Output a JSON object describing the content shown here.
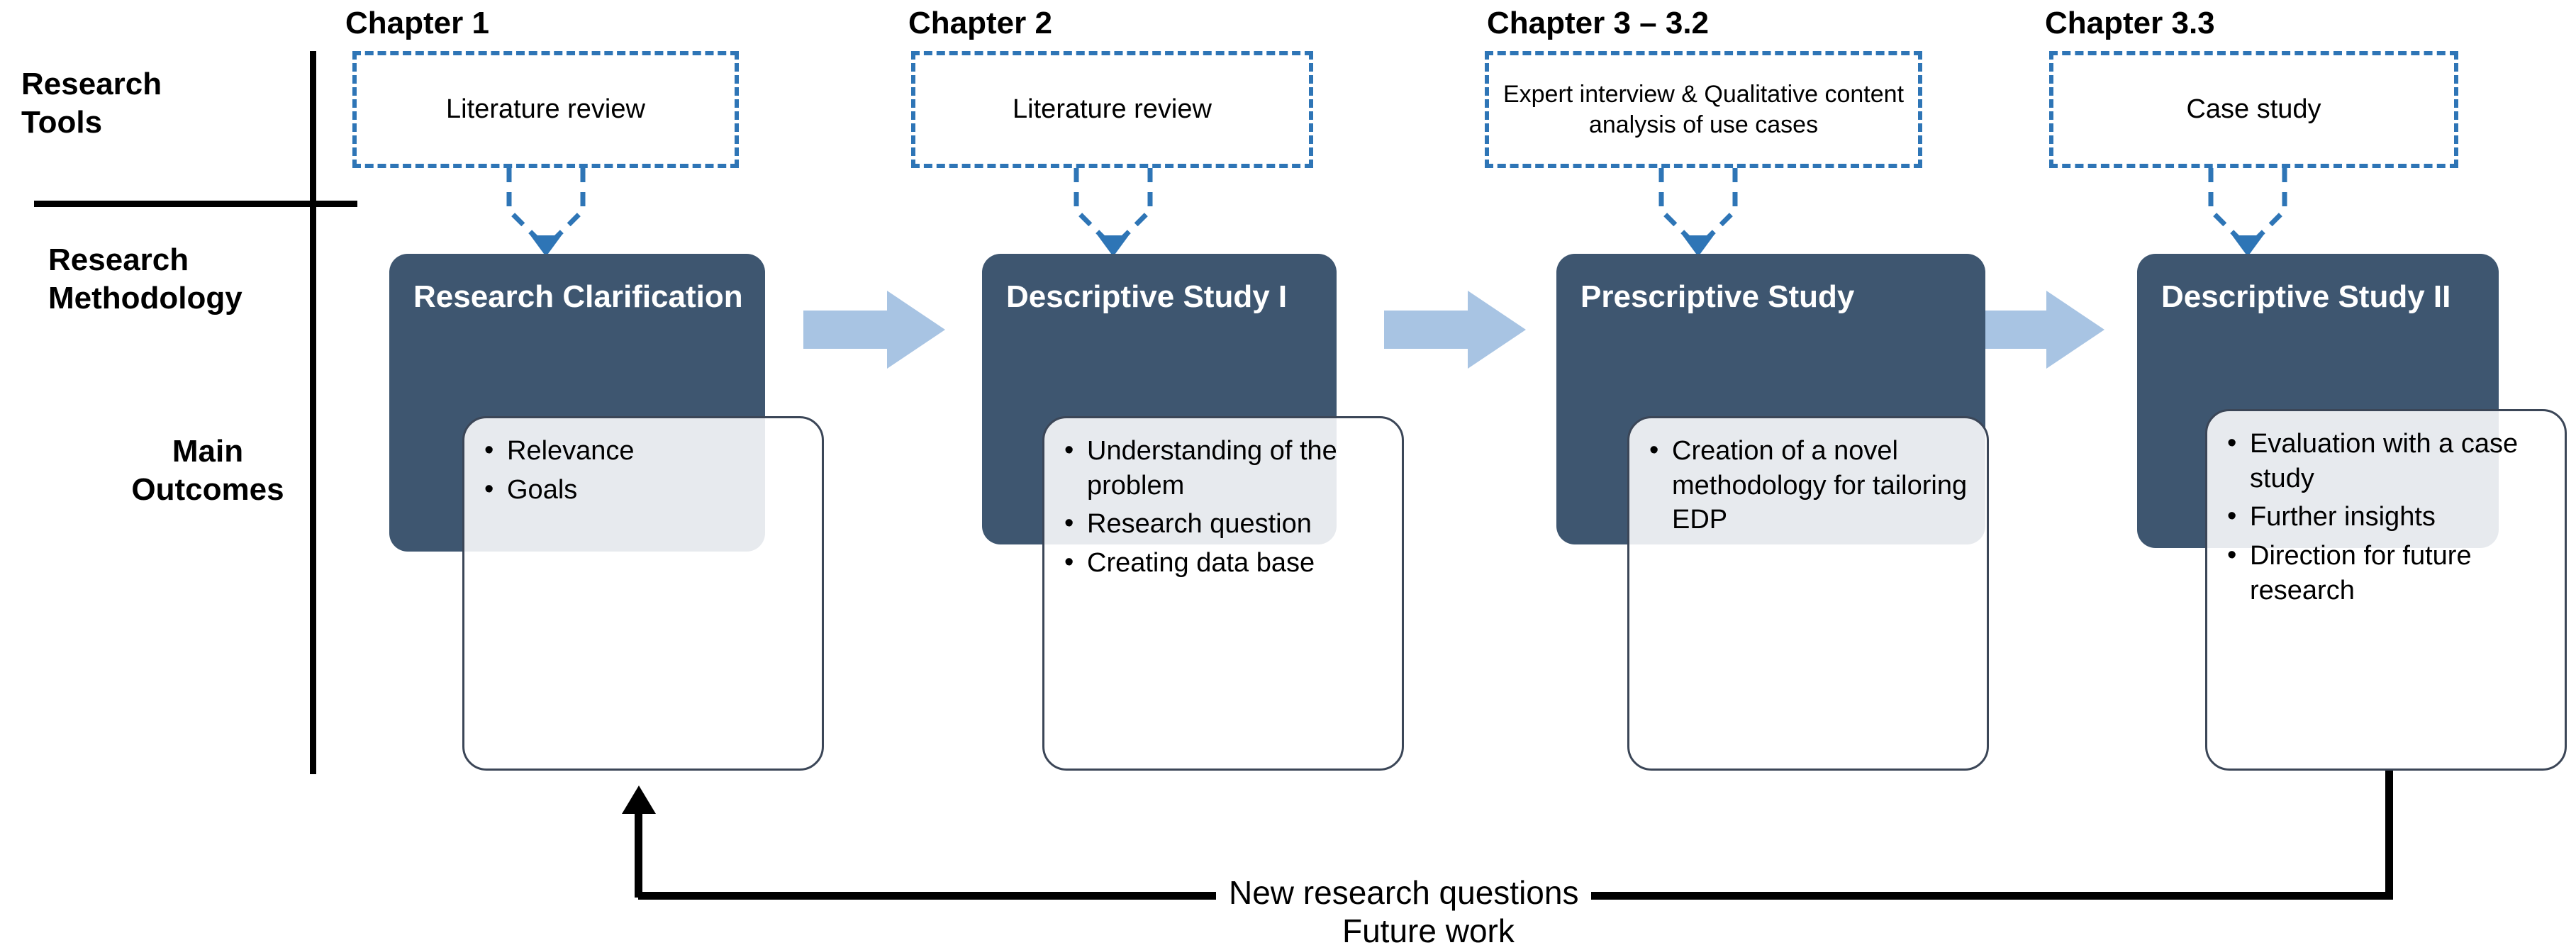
{
  "diagram": {
    "title": "Research methodology framework (DRM) mapped to thesis chapters",
    "row_labels": {
      "research_tools": "Research\nTools",
      "research_methodology": "Research\nMethodology",
      "main_outcomes": "Main\nOutcomes"
    },
    "colors": {
      "stage_fill": "#3e5670",
      "stage_text": "#ffffff",
      "tool_border": "#2e75b6",
      "flow_arrow": "#a8c4e3",
      "outcome_border": "#3b4657",
      "axis_line": "#000000",
      "loop_line": "#000000",
      "page_background": "#ffffff"
    },
    "columns": [
      {
        "chapter": "Chapter 1",
        "tool": "Literature review",
        "stage": "Research Clarification",
        "outcomes": [
          "Relevance",
          "Goals"
        ]
      },
      {
        "chapter": "Chapter 2",
        "tool": "Literature review",
        "stage": "Descriptive Study I",
        "outcomes": [
          "Understanding of the problem",
          "Research question",
          "Creating data base"
        ]
      },
      {
        "chapter": "Chapter 3 – 3.2",
        "tool": "Expert interview & Qualitative content analysis of use cases",
        "stage": "Prescriptive Study",
        "outcomes": [
          "Creation of a novel methodology for tailoring EDP"
        ]
      },
      {
        "chapter": "Chapter 3.3",
        "tool": "Case study",
        "stage": "Descriptive Study II",
        "outcomes": [
          "Evaluation with a case study",
          "Further insights",
          "Direction for future research"
        ]
      }
    ],
    "feedback_loop": {
      "line_1": "New research questions",
      "line_2": "Future work"
    }
  }
}
